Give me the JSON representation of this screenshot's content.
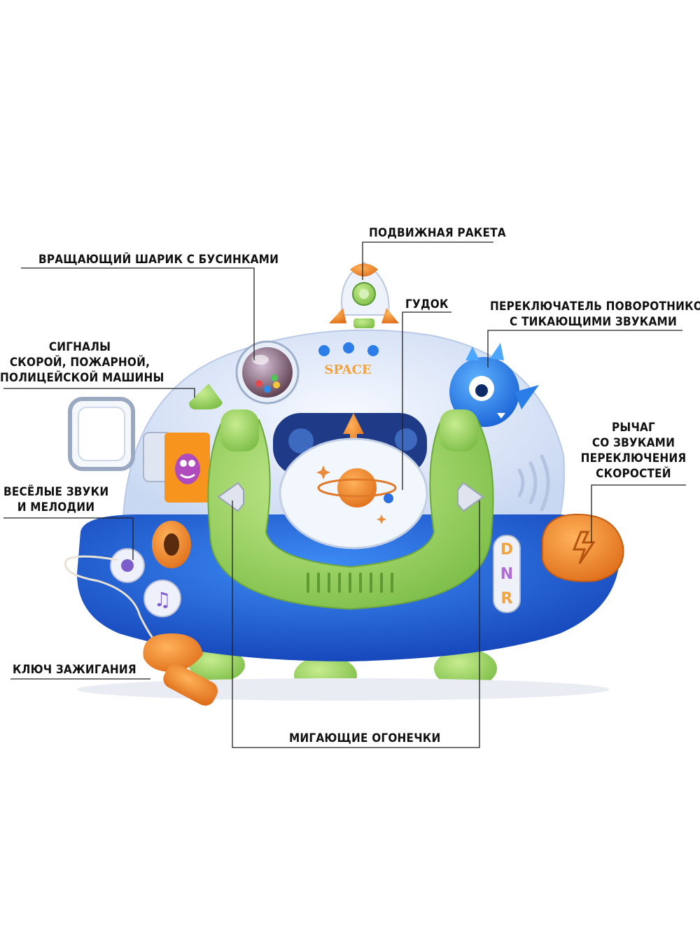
{
  "labels": {
    "rocket": "ПОДВИЖНАЯ РАКЕТА",
    "beads": "ВРАЩАЮЩИЙ ШАРИК С БУСИНКАМИ",
    "horn": "ГУДОК",
    "turn_signal": [
      "ПЕРЕКЛЮЧАТЕЛЬ ПОВОРОТНИКОВ",
      "С ТИКАЮЩИМИ ЗВУКАМИ"
    ],
    "sirens": [
      "СИГНАЛЫ",
      "СКОРОЙ, ПОЖАРНОЙ,",
      "ПОЛИЦЕЙСКОЙ МАШИНЫ"
    ],
    "lever": [
      "РЫЧАГ",
      "СО ЗВУКАМИ",
      "ПЕРЕКЛЮЧЕНИЯ",
      "СКОРОСТЕЙ"
    ],
    "sounds": [
      "ВЕСЁЛЫЕ ЗВУКИ",
      "И МЕЛОДИИ"
    ],
    "ignition": "КЛЮЧ ЗАЖИГАНИЯ",
    "lights": "МИГАЮЩИЕ ОГОНЕЧКИ"
  },
  "toy": {
    "panel_text": "SPACE",
    "gear_letters": [
      "D",
      "N",
      "R"
    ]
  },
  "colors": {
    "body_blue": "#1f5fd6",
    "panel_white": "#e8f0fb",
    "wheel_green": "#9ed36a",
    "accent_orange": "#f08a2c",
    "label_text": "#111111",
    "leader_line": "#222222"
  }
}
